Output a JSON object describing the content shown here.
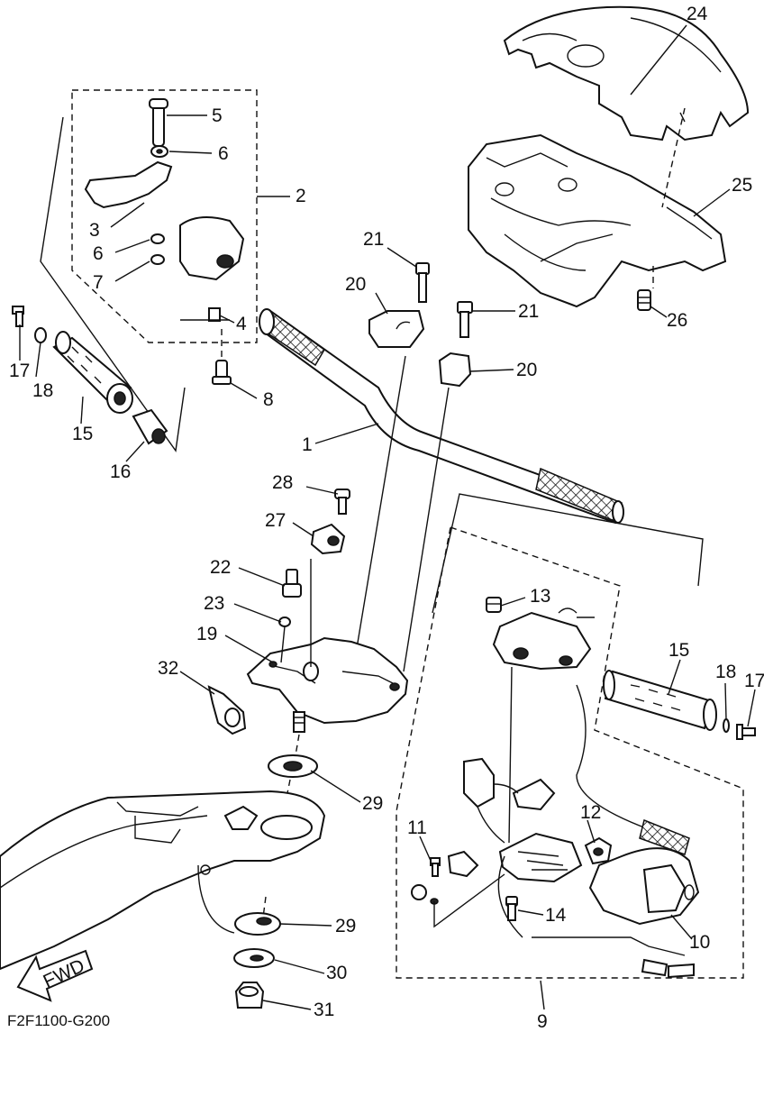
{
  "diagram": {
    "code": "F2F1100-G200",
    "arrow_text": "FWD",
    "labels": [
      "24",
      "25",
      "26",
      "5",
      "6",
      "2",
      "3",
      "6",
      "7",
      "4",
      "8",
      "21",
      "20",
      "21",
      "20",
      "17",
      "18",
      "15",
      "16",
      "1",
      "28",
      "27",
      "22",
      "23",
      "19",
      "32",
      "13",
      "15",
      "18",
      "17",
      "29",
      "11",
      "12",
      "14",
      "10",
      "29",
      "30",
      "31",
      "9"
    ]
  }
}
